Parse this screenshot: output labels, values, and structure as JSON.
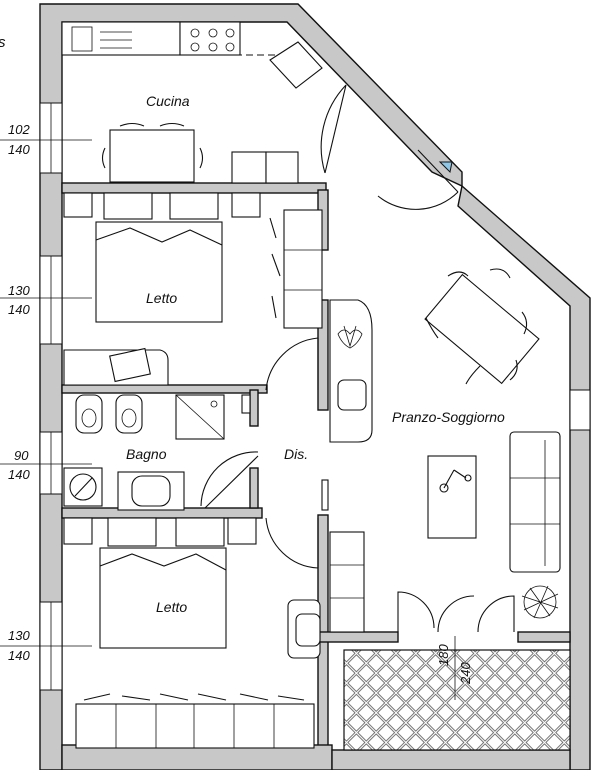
{
  "rooms": {
    "kitchen": "Cucina",
    "bedroom_top": "Letto",
    "bathroom": "Bagno",
    "hall": "Dis.",
    "living": "Pranzo-Soggiorno",
    "bedroom_bottom": "Letto"
  },
  "windows": {
    "kitchen": {
      "top": "102",
      "bottom": "140"
    },
    "bedroom_top": {
      "top": "130",
      "bottom": "140"
    },
    "bathroom": {
      "top": "90",
      "bottom": "140"
    },
    "bedroom_bottom": {
      "top": "130",
      "bottom": "140"
    }
  },
  "balcony_door": {
    "a": "180",
    "b": "240"
  },
  "corner_mark": "s"
}
